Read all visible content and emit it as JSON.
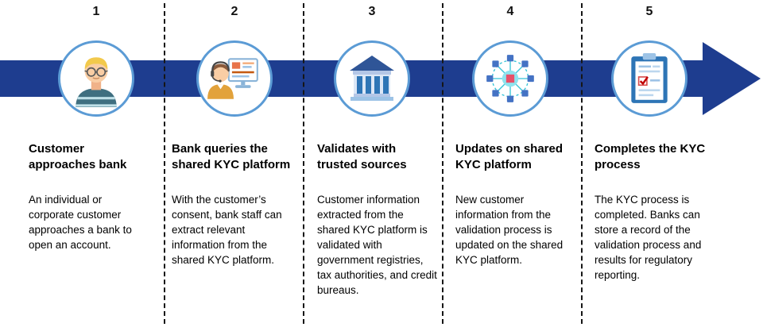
{
  "colors": {
    "arrow": "#1e3d8f",
    "circle_border": "#5b9bd5",
    "text": "#000000",
    "check": "#c00000"
  },
  "steps": [
    {
      "number": "1",
      "icon": "customer-icon",
      "title": "Customer approaches bank",
      "description": "An individual or corporate customer approaches a bank to open an account."
    },
    {
      "number": "2",
      "icon": "bank-staff-icon",
      "title": "Bank queries the shared KYC platform",
      "description": "With the customer’s consent, bank staff can extract relevant information from the shared KYC platform."
    },
    {
      "number": "3",
      "icon": "bank-building-icon",
      "title": "Validates with trusted sources",
      "description": "Customer information extracted from the shared KYC platform is validated with government registries, tax authorities, and credit bureaus."
    },
    {
      "number": "4",
      "icon": "network-icon",
      "title": "Updates on shared KYC platform",
      "description": "New customer information from the validation process is updated on the shared KYC platform."
    },
    {
      "number": "5",
      "icon": "clipboard-check-icon",
      "title": "Completes the KYC process",
      "description": "The KYC process is completed. Banks can store a record of the validation process and results for regulatory reporting."
    }
  ]
}
